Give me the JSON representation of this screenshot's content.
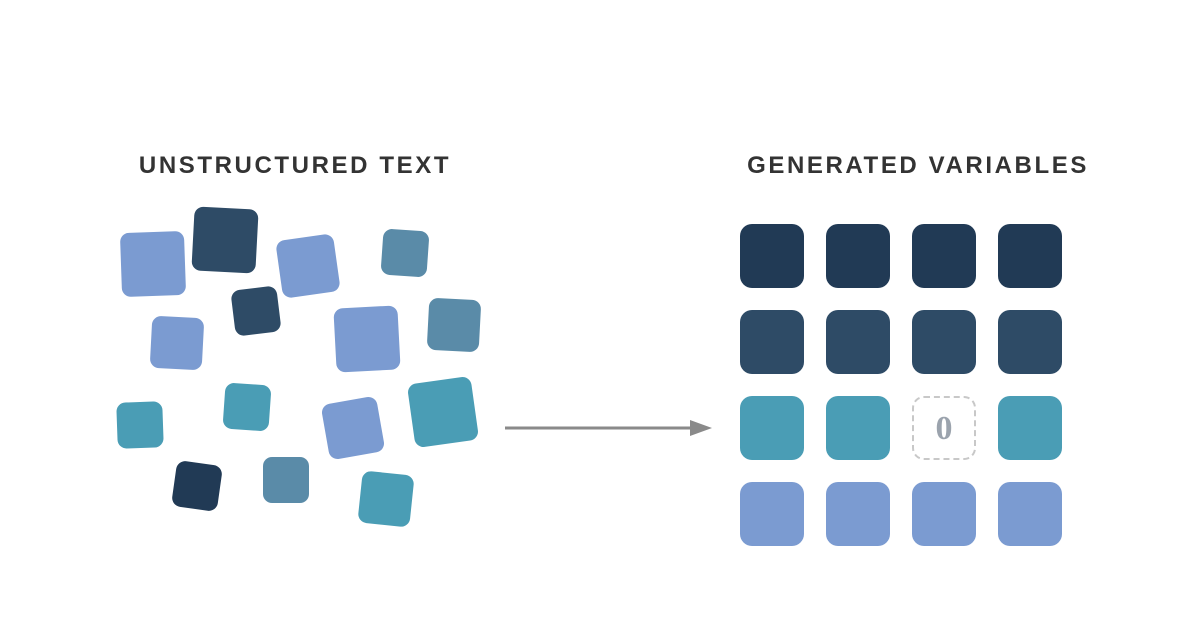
{
  "headings": {
    "left": "UNSTRUCTURED TEXT",
    "right": "GENERATED VARIABLES"
  },
  "colors": {
    "navy": "#213a55",
    "slate": "#2e4b66",
    "steel": "#5a8ba8",
    "teal": "#4a9db5",
    "periwinkle": "#7b9bd1",
    "arrow": "#8a8a8a",
    "empty_border": "#c8c8c8",
    "empty_text": "#9ba3ad"
  },
  "grid": {
    "rows": [
      [
        "navy",
        "navy",
        "navy",
        "navy"
      ],
      [
        "slate",
        "slate",
        "slate",
        "slate"
      ],
      [
        "teal",
        "teal",
        "empty",
        "teal"
      ],
      [
        "periwinkle",
        "periwinkle",
        "periwinkle",
        "periwinkle"
      ]
    ],
    "empty_label": "0"
  }
}
